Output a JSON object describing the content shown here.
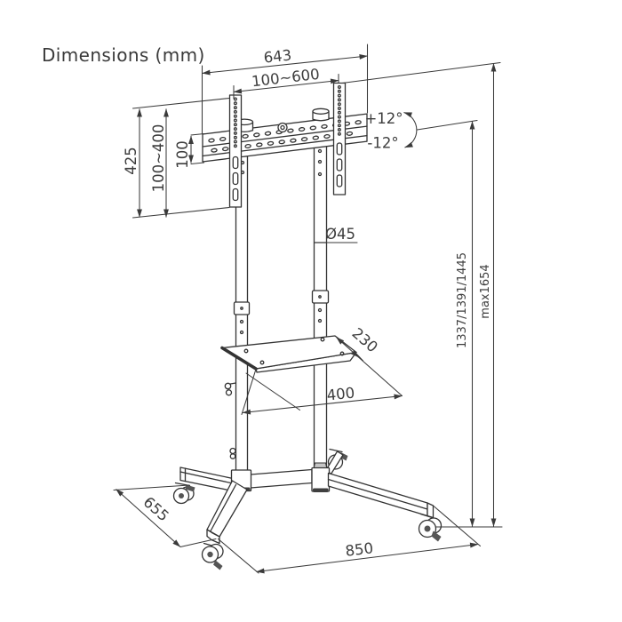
{
  "title": "Dimensions (mm)",
  "labels": {
    "bracket_width": "643",
    "vesa_width": "100~600",
    "bracket_height": "425",
    "vesa_height": "100~400",
    "offset_100": "100",
    "tilt_up": "+12°",
    "tilt_down": "-12°",
    "pole_diameter": "Ø45",
    "shelf_depth": "230",
    "shelf_width": "400",
    "heights": "1337/1391/1445",
    "max_height": "max1654",
    "base_depth": "655",
    "base_width": "850"
  },
  "colors": {
    "line": "#333333",
    "label_text": "#3d3d3d",
    "background": "#ffffff"
  }
}
